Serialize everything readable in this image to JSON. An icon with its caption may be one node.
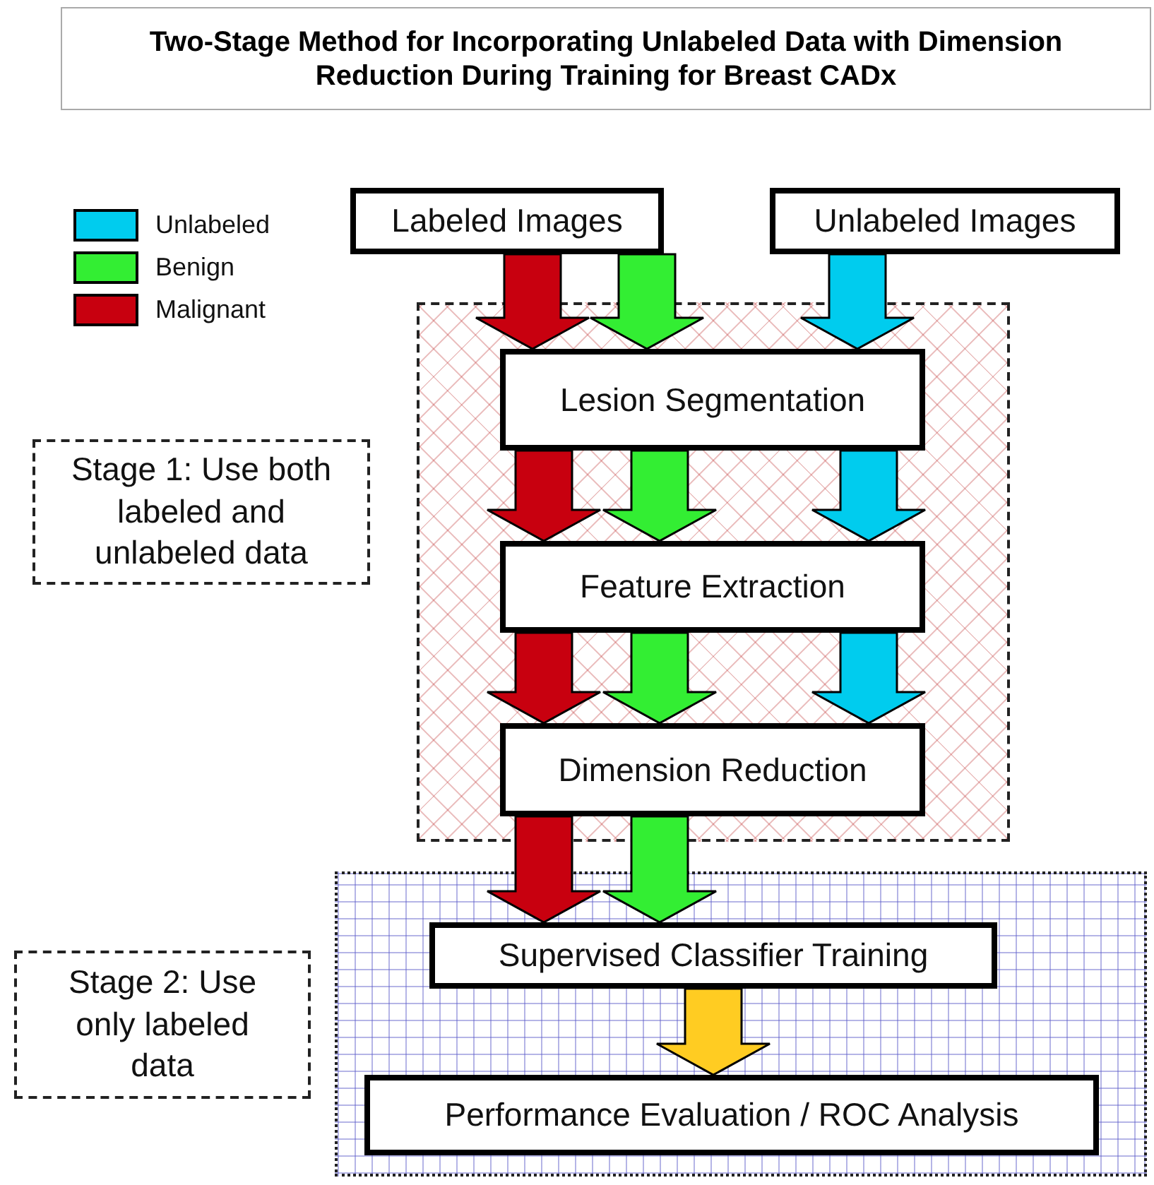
{
  "diagram": {
    "title": "Two-Stage Method for Incorporating Unlabeled Data with Dimension Reduction During Training for Breast CADx",
    "nodes": [
      {
        "text": [
          "Labeled Images"
        ]
      },
      {
        "text": [
          "Unlabeled Images"
        ]
      },
      {
        "text": [],
        "shape": "box"
      },
      {
        "text": [
          "Lesion Segmentation"
        ],
        "in": 2
      },
      {
        "text": [
          "Feature Extraction"
        ],
        "in": 2
      },
      {
        "text": [
          "Dimension Reduction"
        ],
        "in": 2
      },
      {
        "text": [],
        "shape": "box"
      },
      {
        "text": [
          "Supervised Classifier Training"
        ],
        "in": 6
      },
      {
        "text": [
          "Performance Evaluation / ROC Analysis"
        ],
        "in": 6
      },
      {
        "text": [
          "Stage 1: Use both labeled and unlabeled data"
        ]
      },
      {
        "text": [
          "Stage 2: Use only labeled data"
        ]
      }
    ],
    "edges": [
      {
        "from": 0,
        "to": 3,
        "arrow": "to",
        "style": "thick",
        "color": "#c8000f"
      },
      {
        "from": 0,
        "to": 3,
        "arrow": "to",
        "style": "thick",
        "color": "#33ee33"
      },
      {
        "from": 1,
        "to": 3,
        "arrow": "to",
        "style": "thick",
        "color": "#00ccee"
      },
      {
        "from": 3,
        "to": 4,
        "arrow": "to",
        "style": "thick",
        "color": "#c8000f"
      },
      {
        "from": 3,
        "to": 4,
        "arrow": "to",
        "style": "thick",
        "color": "#33ee33"
      },
      {
        "from": 3,
        "to": 4,
        "arrow": "to",
        "style": "thick",
        "color": "#00ccee"
      },
      {
        "from": 4,
        "to": 5,
        "arrow": "to",
        "style": "thick",
        "color": "#c8000f"
      },
      {
        "from": 4,
        "to": 5,
        "arrow": "to",
        "style": "thick",
        "color": "#33ee33"
      },
      {
        "from": 4,
        "to": 5,
        "arrow": "to",
        "style": "thick",
        "color": "#00ccee"
      },
      {
        "from": 5,
        "to": 7,
        "arrow": "to",
        "style": "thick",
        "color": "#c8000f"
      },
      {
        "from": 5,
        "to": 7,
        "arrow": "to",
        "style": "thick",
        "color": "#33ee33"
      },
      {
        "from": 7,
        "to": 8,
        "arrow": "to",
        "style": "thick",
        "color": "#ffcc22"
      }
    ],
    "legend": [
      {
        "text": "Unlabeled",
        "color": "#00ccee"
      },
      {
        "text": "Benign",
        "color": "#33ee33"
      },
      {
        "text": "Malignant",
        "color": "#c8000f"
      }
    ]
  }
}
